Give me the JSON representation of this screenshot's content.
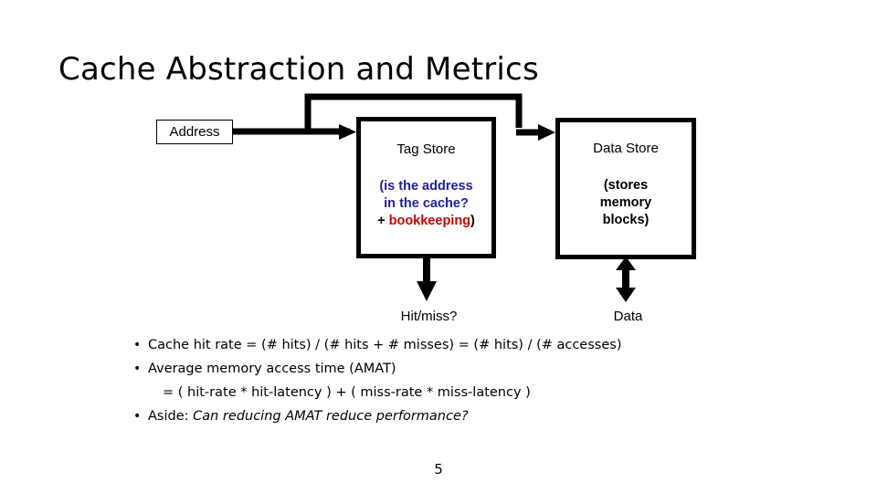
{
  "slide": {
    "title": "Cache Abstraction and Metrics",
    "page_number": "5"
  },
  "diagram": {
    "address_box": {
      "label": "Address"
    },
    "tag_store": {
      "title": "Tag Store",
      "sub_line1": "(is the address",
      "sub_line2": "in the cache?",
      "sub_plus": "+ ",
      "sub_bookkeeping": "bookkeeping",
      "sub_close": ")"
    },
    "data_store": {
      "title": "Data Store",
      "sub_line1": "(stores",
      "sub_line2": "memory",
      "sub_line3": "blocks)"
    },
    "outputs": {
      "tag_store_output": "Hit/miss?",
      "data_store_output": "Data"
    },
    "colors": {
      "question_blue": "#1f1f9e",
      "bookkeeping_red": "#cc0000",
      "stroke_black": "#000000"
    },
    "connectors": [
      {
        "name": "address-to-tag-store",
        "style": "single-arrow"
      },
      {
        "name": "address-to-data-store",
        "style": "single-arrow"
      },
      {
        "name": "tag-store-to-hitmiss",
        "style": "single-arrow-down"
      },
      {
        "name": "data-store-to-data",
        "style": "double-arrow-vertical"
      }
    ]
  },
  "bullets": [
    {
      "text": "Cache hit rate = (# hits) / (# hits + # misses) = (# hits) / (# accesses)"
    },
    {
      "text": "Average memory access time (AMAT)"
    },
    {
      "text": "Aside: ",
      "italic": "Can reducing AMAT reduce performance?"
    }
  ],
  "bullet_continuation": "= ( hit-rate * hit-latency ) + ( miss-rate * miss-latency )"
}
